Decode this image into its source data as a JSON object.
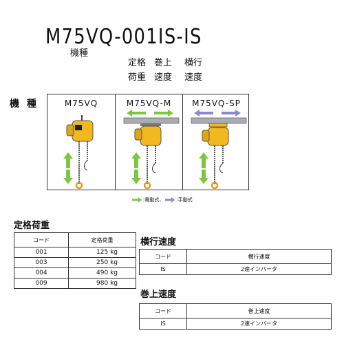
{
  "header": {
    "model_code": "M75VQ-001IS-IS",
    "machine_type_label": "機種",
    "spec_labels": [
      [
        "定格",
        "巻上",
        "横行"
      ],
      [
        "荷重",
        "速度",
        "速度"
      ]
    ]
  },
  "variants": {
    "section_label": "機 種",
    "items": [
      {
        "name": "M75VQ"
      },
      {
        "name": "M75VQ-M"
      },
      {
        "name": "M75VQ-SP"
      }
    ],
    "legend": {
      "electric": ":電動式、",
      "manual": ":手動式"
    }
  },
  "load_table": {
    "title": "定格荷重",
    "headers": [
      "コード",
      "定格荷重"
    ],
    "rows": [
      [
        "001",
        "125 kg"
      ],
      [
        "003",
        "250 kg"
      ],
      [
        "004",
        "490 kg"
      ],
      [
        "009",
        "980 kg"
      ]
    ]
  },
  "traverse_speed": {
    "title": "横行速度",
    "headers": [
      "コード",
      "横行速度"
    ],
    "rows": [
      [
        "IS",
        "2速インバータ"
      ]
    ]
  },
  "hoist_speed": {
    "title": "巻上速度",
    "headers": [
      "コード",
      "巻上速度"
    ],
    "rows": [
      [
        "IS",
        "2速インバータ"
      ]
    ]
  },
  "colors": {
    "hoist_yellow": "#f2b81f",
    "electric_green": "#7ec63a",
    "manual_purple": "#8a88c8",
    "hook_orange": "#e89a1a",
    "rail_gray": "#a8adb2"
  }
}
